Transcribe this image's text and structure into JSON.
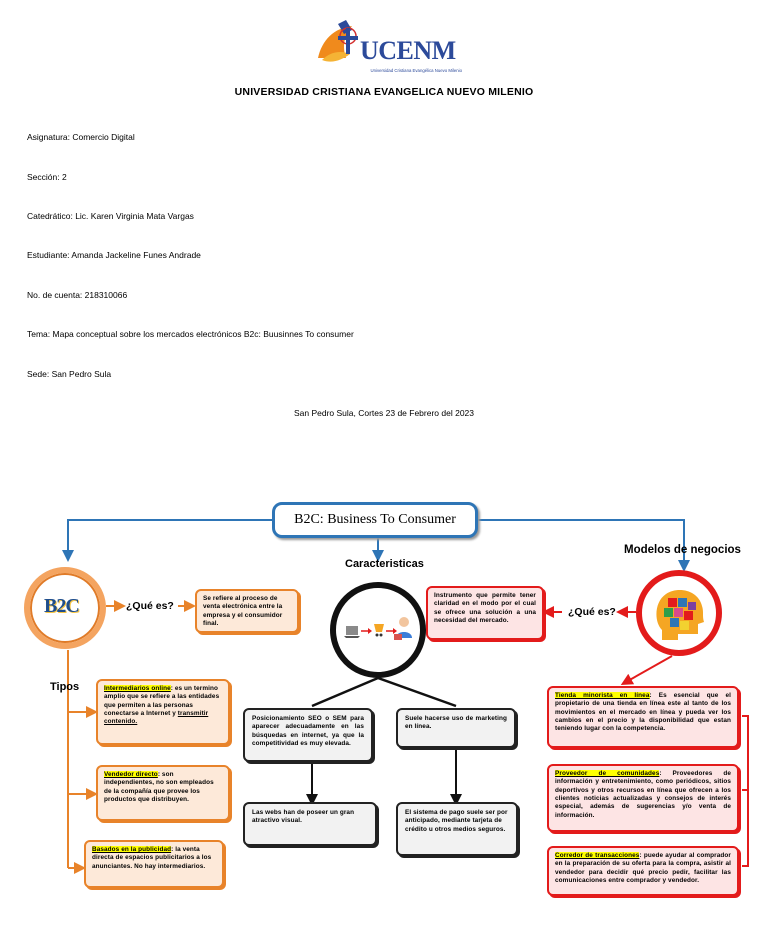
{
  "header": {
    "logo_text": "UCENM",
    "logo_subtitle": "Universidad Cristiana Evangélica Nuevo Milenio",
    "university": "UNIVERSIDAD CRISTIANA EVANGELICA NUEVO MILENIO"
  },
  "info": [
    "Asignatura: Comercio Digital",
    "Sección: 2",
    "Catedrático: Lic. Karen Virginia Mata Vargas",
    "Estudiante: Amanda Jackeline Funes Andrade",
    "No. de cuenta: 218310066",
    "Tema:  Mapa conceptual sobre los mercados electrónicos B2c: Buusinnes To consumer",
    "Sede: San Pedro Sula"
  ],
  "city_date": "San Pedro Sula, Cortes 23 de Febrero del 2023",
  "map": {
    "main_title": "B2C: Business To Consumer",
    "left": {
      "circle_text": "B2C",
      "que_es": "¿Qué es?",
      "definition": "Se refiere al proceso de venta electrónica entre la empresa y el consumidor final.",
      "tipos_label": "Tipos",
      "types": [
        {
          "title": "Intermediarios online",
          "text": ": es un termino amplio que se refiere a las entidades que permiten a las personas conectarse a Internet y ",
          "tail": "transmitir contenido."
        },
        {
          "title": "Vendedor directo",
          "text": ": son independientes, no son empleados de la compañía que provee los productos que distribuyen.",
          "tail": ""
        },
        {
          "title": "Basados en la publicidad",
          "text": ": la venta directa de espacios publicitarios a los anunciantes. No hay intermediarios.",
          "tail": ""
        }
      ]
    },
    "center": {
      "label": "Caracteristicas",
      "boxes": [
        "Posicionamiento SEO o SEM para aparecer adecuadamente en las búsquedas en internet, ya que la competitividad es muy elevada.",
        "Suele hacerse uso de marketing en línea.",
        "Las webs han de poseer un gran atractivo visual.",
        "El sistema de pago suele ser por anticipado, mediante tarjeta de crédito u otros medios seguros."
      ]
    },
    "right": {
      "label": "Modelos de negocios",
      "que_es": "¿Qué es?",
      "definition": "Instrumento que permite tener claridad en el modo por el cual se ofrece una solución a una necesidad del mercado.",
      "models": [
        {
          "title": "Tienda minorista en línea",
          "text": ": Es esencial que el propietario de una tienda en línea este al tanto de los movimientos en el mercado en línea y pueda ver los cambios en el precio y la disponibilidad que estan teniendo lugar con la competencia."
        },
        {
          "title": "Proveedor de comunidades",
          "text": ": Proveedores de información y entretenimiento, como periódicos, sitios deportivos y otros recursos en línea que ofrecen a los clientes noticias actualizadas y consejos de interés especial, además de sugerencias y/o venta de información."
        },
        {
          "title": "Corredor de transacciones",
          "text": ": puede ayudar al comprador en la preparación de su oferta para la compra, asistir al vendedor para decidir qué precio pedir, facilitar las comunicaciones entre comprador y vendedor."
        }
      ]
    }
  },
  "colors": {
    "blue": "#2e75b6",
    "orange": "#e8832a",
    "red": "#e31b1b",
    "highlight": "#ffff00"
  }
}
